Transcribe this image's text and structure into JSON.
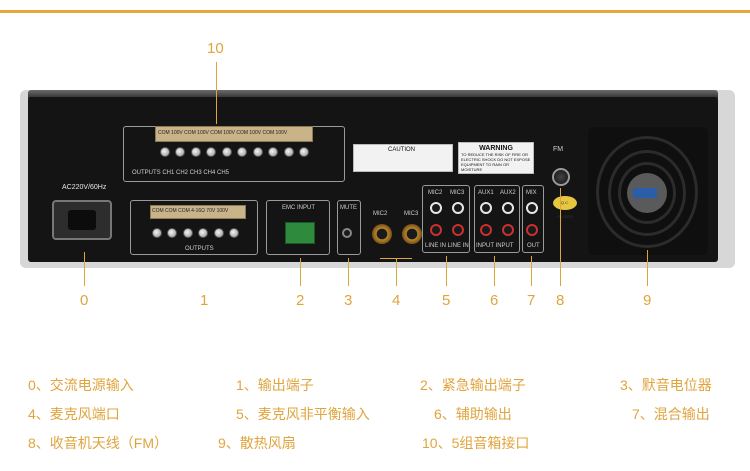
{
  "callouts": {
    "c10": "10",
    "c0": "0",
    "c1": "1",
    "c2": "2",
    "c3": "3",
    "c4": "4",
    "c5": "5",
    "c6": "6",
    "c7": "7",
    "c8": "8",
    "c9": "9"
  },
  "panel": {
    "power_label": "AC220V/60Hz",
    "outputs_top": "COM 100V   COM 100V   COM 100V   COM 100V   COM 100V",
    "outputs_row": "OUTPUTS     CH1          CH2          CH3          CH4          CH5",
    "outputs_bottom_top": "COM  COM  COM  4-16Ω  70V 100V",
    "outputs_bottom": "OUTPUTS",
    "emc_input": "EMC INPUT",
    "mute": "MUTE",
    "mic2": "MIC2",
    "mic3": "MIC3",
    "caution": "CAUTION",
    "warning_title": "WARNING",
    "warning_text": "TO REDUCE THE RISK OF FIRE OR ELECTRIC SHOCK DO NOT EXPOSE EQUIPMENT TO RAIN OR MOISTURE",
    "line_mic2": "MIC2",
    "line_mic3": "MIC3",
    "line_in": "LINE IN   LINE IN",
    "aux1": "AUX1",
    "aux2": "AUX2",
    "aux_input": "INPUT     INPUT",
    "mix": "MIX",
    "mix_out": "OUT",
    "fm": "FM",
    "qc": "Q.C. PASSED"
  },
  "legend": {
    "item0": "0、交流电源输入",
    "item1": "1、输出端子",
    "item2": "2、紧急输出端子",
    "item3": "3、默音电位器",
    "item4": "4、麦克风端口",
    "item5": "5、麦克风非平衡输入",
    "item6": "6、辅助输出",
    "item7": "7、混合输出",
    "item8": "8、收音机天线（FM）",
    "item9": "9、散热风扇",
    "item10": "10、5组音箱接口"
  },
  "colors": {
    "accent": "#e0a43d",
    "chassis": "#141414"
  }
}
